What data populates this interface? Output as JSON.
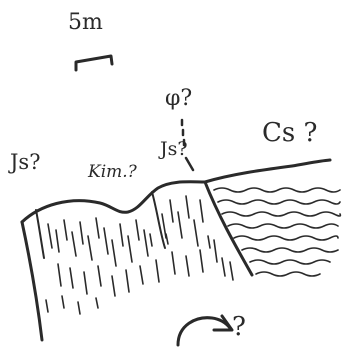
{
  "scale": {
    "label": "5m"
  },
  "labels": {
    "js_left": "Js?",
    "kim": "Kim.?",
    "js_mid": "Js?",
    "phi": "φ?",
    "cs": "Cs ?",
    "query": "?"
  },
  "colors": {
    "ink": "#2a2a2a",
    "background": "#ffffff"
  }
}
